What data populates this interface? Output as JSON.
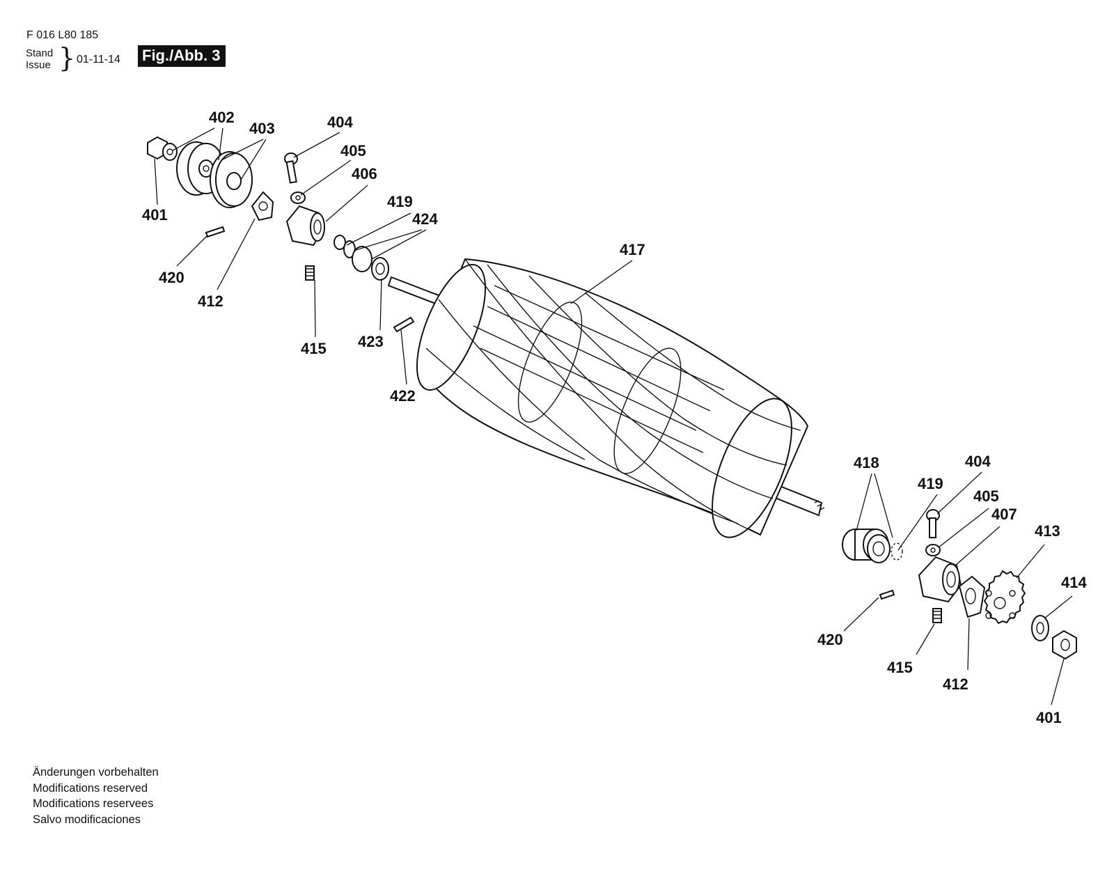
{
  "header": {
    "code": "F 016 L80 185",
    "stand": "Stand",
    "issue": "Issue",
    "date": "01-11-14",
    "figure": "Fig./Abb. 3"
  },
  "footer": {
    "lines": [
      "Änderungen vorbehalten",
      "Modifications reserved",
      "Modifications reservees",
      "Salvo modificaciones"
    ]
  },
  "callouts": {
    "c402": "402",
    "c403": "403",
    "c401a": "401",
    "c404a": "404",
    "c405a": "405",
    "c406": "406",
    "c419a": "419",
    "c424": "424",
    "c417": "417",
    "c420a": "420",
    "c412a": "412",
    "c415a": "415",
    "c423": "423",
    "c422": "422",
    "c418": "418",
    "c419b": "419",
    "c404b": "404",
    "c405b": "405",
    "c407": "407",
    "c413": "413",
    "c414": "414",
    "c420b": "420",
    "c415b": "415",
    "c412b": "412",
    "c401b": "401"
  }
}
